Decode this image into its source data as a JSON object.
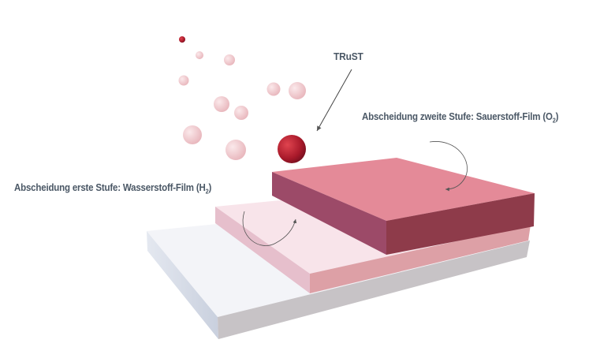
{
  "labels": {
    "trust": "TRuST",
    "second_stage": "Abscheidung  zweite Stufe: Sauerstoff-Film (O",
    "second_stage_sub": "2",
    "second_stage_end": ")",
    "first_stage": "Abscheidung  erste Stufe: Wasserstoff-Film  (H",
    "first_stage_sub": "2",
    "first_stage_end": ")"
  },
  "colors": {
    "label_text": "#4b5866",
    "substrate_top": "#f3f4f8",
    "h2_film": "#f8e4ea",
    "o2_film_top": "#e48a98",
    "o2_film_side": "#9c4a68",
    "particle_dark": "#b3202e",
    "particle_light": "#f0c8cc"
  }
}
